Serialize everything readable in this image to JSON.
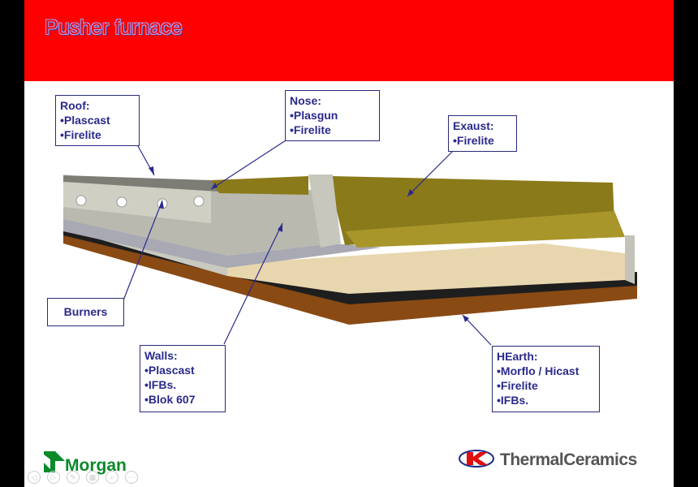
{
  "title": "Pusher furnace",
  "callouts": {
    "roof": {
      "heading": "Roof:",
      "items": [
        "•Plascast",
        "•Firelite"
      ]
    },
    "nose": {
      "heading": "Nose:",
      "items": [
        "•Plasgun",
        "•Firelite"
      ]
    },
    "exaust": {
      "heading": "Exaust:",
      "items": [
        "•Firelite"
      ]
    },
    "burners": {
      "heading": "Burners"
    },
    "walls": {
      "heading": "Walls:",
      "items": [
        "•Plascast",
        "•IFBs.",
        "•Blok 607"
      ]
    },
    "hearth": {
      "heading": "HEarth:",
      "items": [
        "•Morflo / Hicast",
        "•Firelite",
        "•IFBs."
      ]
    }
  },
  "footer": {
    "left_logo": "Morgan",
    "right_logo": "ThermalCeramics"
  },
  "colors": {
    "title_bar": "#ff0000",
    "callout_text": "#2a2a8c",
    "roof_olive": "#8a7a1a",
    "hearth_sand": "#e8d6ae"
  }
}
